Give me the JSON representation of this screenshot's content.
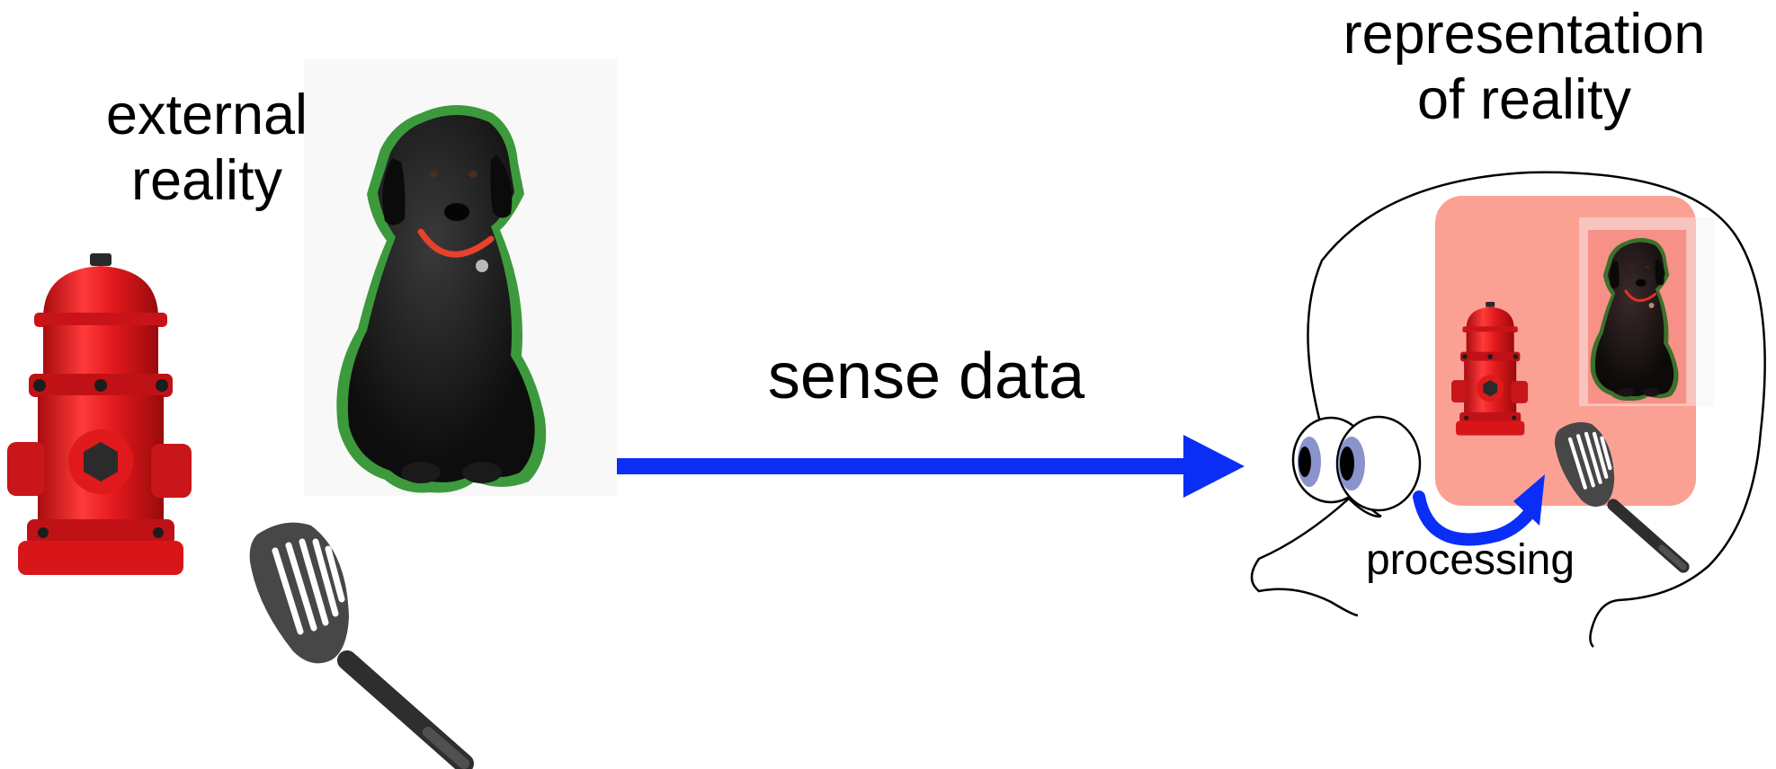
{
  "labels": {
    "external_reality": "external\nreality",
    "representation": "representation\nof reality",
    "sense_data": "sense data",
    "processing": "processing"
  },
  "objects": {
    "external": [
      "fire-hydrant",
      "black-dog",
      "spatula"
    ],
    "represented": [
      "fire-hydrant",
      "black-dog",
      "spatula"
    ]
  },
  "icons": [
    "eyes-icon",
    "head-outline",
    "arrow-icon",
    "curved-arrow-icon"
  ],
  "colors": {
    "arrow": "#0a2ef5",
    "hydrant": "#d8161a",
    "dog": "#141414",
    "dog_outline": "#3c9a3c",
    "collar": "#e8412c",
    "spatula": "#3e3e3e",
    "representation_box": "#fba194",
    "eye_iris": "#8b93cc"
  }
}
